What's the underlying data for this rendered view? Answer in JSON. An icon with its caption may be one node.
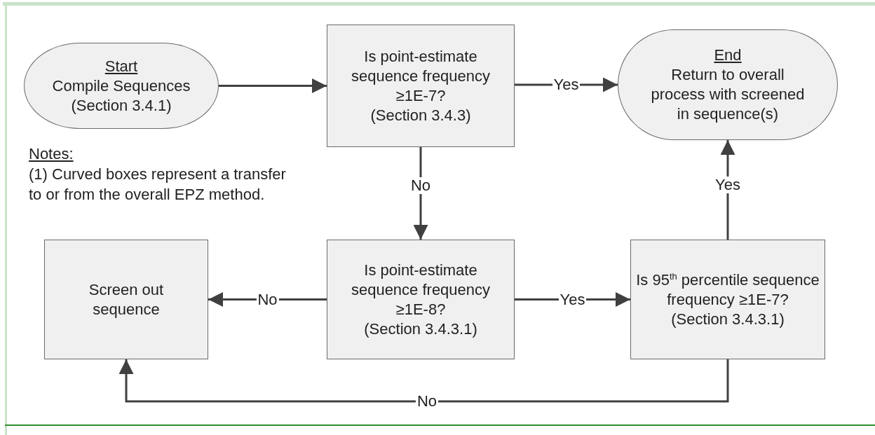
{
  "diagram": {
    "nodes": [
      {
        "text": [
          "Start",
          "Compile Sequences (Section 3.4.1)"
        ]
      },
      {
        "text": [
          "Is point-estimate sequence frequency ≥1E-7?",
          "(Section 3.4.3)"
        ]
      },
      {
        "text": [
          "End",
          "Return to overall process with screened in sequence(s)"
        ]
      },
      {
        "text": [
          "Screen out sequence"
        ]
      },
      {
        "text": [
          "Is point-estimate sequence frequency ≥1E-8?",
          "(Section 3.4.3.1)"
        ]
      },
      {
        "text": [
          "Is 95$^{th}$ percentile sequence frequency ≥1E-7?",
          "(Section 3.4.3.1)"
        ]
      }
    ],
    "edges": [
      {
        "from": 0,
        "to": 1,
        "arrow": "to"
      },
      {
        "from": 1,
        "to": 2,
        "arrow": "to",
        "label": "Yes"
      },
      {
        "from": 1,
        "to": 4,
        "arrow": "to",
        "label": "No"
      },
      {
        "from": 4,
        "to": 3,
        "arrow": "to",
        "label": "No"
      },
      {
        "from": 4,
        "to": 5,
        "arrow": "to",
        "label": "Yes"
      },
      {
        "from": 5,
        "to": 2,
        "arrow": "to",
        "label": "Yes"
      },
      {
        "from": 5,
        "to": 3,
        "arrow": "to",
        "label": "No"
      }
    ],
    "labels": [
      "Notes:",
      "(1) Curved boxes represent a transfer to or from the overall EPZ method."
    ]
  }
}
